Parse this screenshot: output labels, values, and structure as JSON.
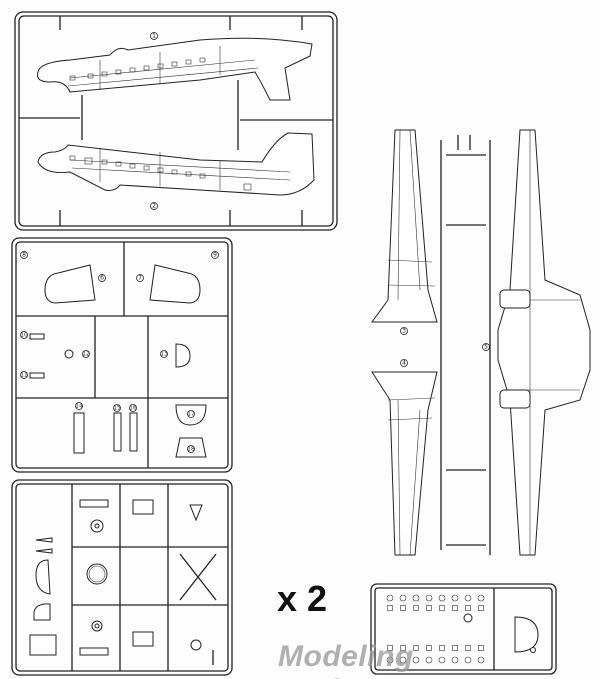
{
  "multiplier_label": "x 2",
  "watermark": "Modeling Madness.com",
  "part_numbers": {
    "fuselage_left": "1",
    "fuselage_right": "2",
    "wing_left": "3",
    "wing_right": "4",
    "center_section": "5",
    "tailplane_left": "6",
    "tailplane_right": "7",
    "part_8": "8",
    "part_9": "9",
    "part_10": "10",
    "part_11": "11",
    "part_12": "12",
    "part_13": "13",
    "part_14": "14",
    "part_15": "15",
    "part_16": "16",
    "part_17": "17",
    "part_18": "18"
  }
}
